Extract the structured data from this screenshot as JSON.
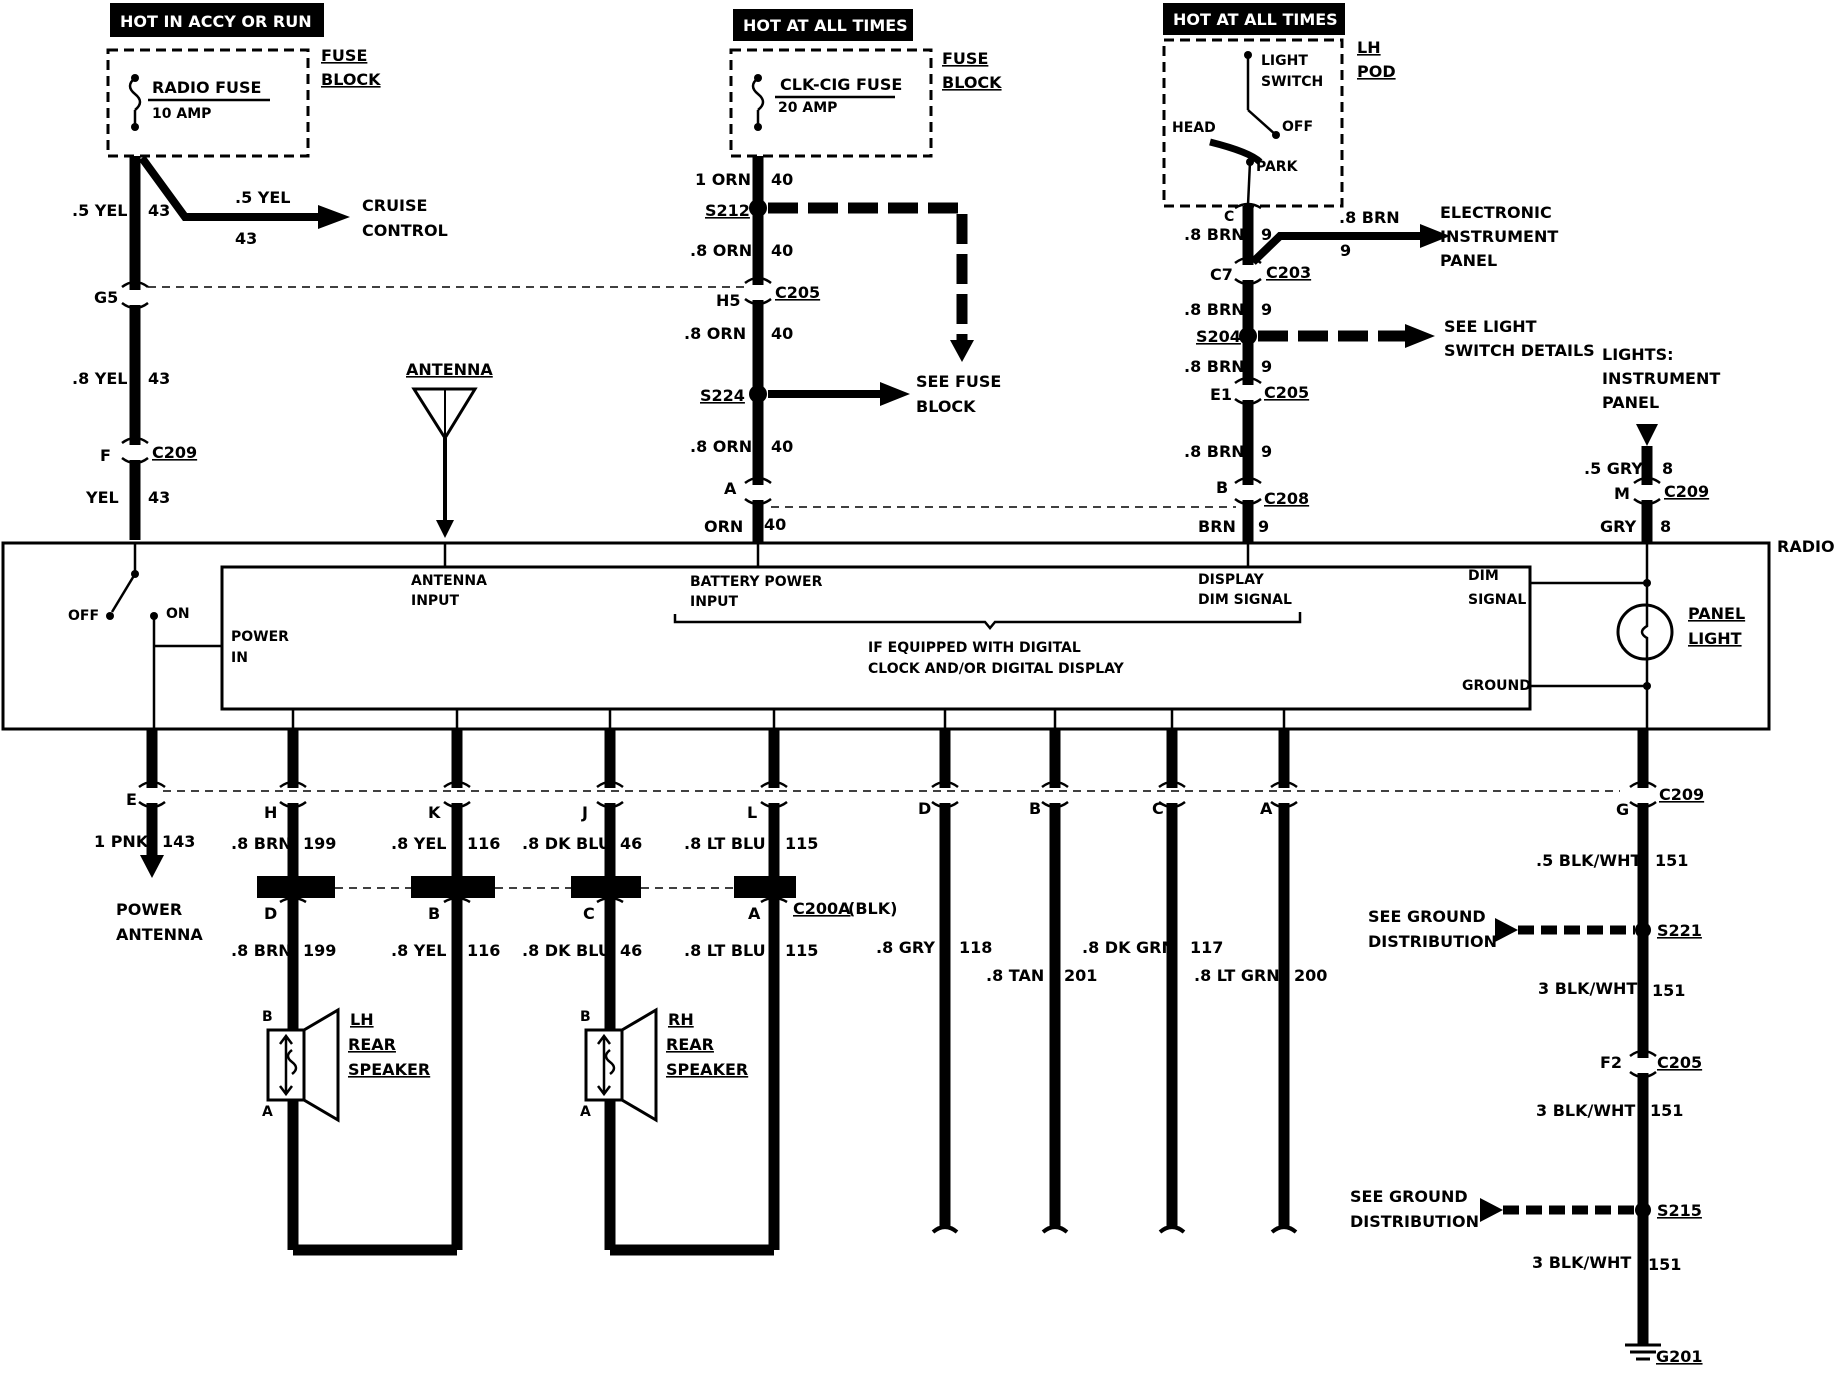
{
  "headers": {
    "radio_fuse": "HOT IN ACCY OR RUN",
    "clk_fuse": "HOT AT ALL TIMES",
    "light_switch": "HOT AT ALL TIMES"
  },
  "fuses": {
    "radio_fuse_name": "RADIO FUSE",
    "radio_fuse_amp": "10 AMP",
    "clk_fuse_name": "CLK-CIG FUSE",
    "clk_fuse_amp": "20 AMP",
    "fuse_block_1": "FUSE",
    "fuse_block_2": "BLOCK"
  },
  "light_switch": {
    "pod_1": "LH",
    "pod_2": "POD",
    "light_1": "LIGHT",
    "light_2": "SWITCH",
    "head": "HEAD",
    "off": "OFF",
    "park": "PARK",
    "pin_c": "C"
  },
  "wire1": {
    "yel5": ".5 YEL",
    "n43": "43",
    "branch_yel": ".5 YEL",
    "branch_43": "43",
    "cruise_1": "CRUISE",
    "cruise_2": "CONTROL",
    "g5": "G5",
    "yel8": ".8 YEL",
    "f": "F",
    "c209": "C209",
    "yel": "YEL"
  },
  "wire2": {
    "orn1": "1 ORN",
    "n40": "40",
    "s212": "S212",
    "orn8": ".8 ORN",
    "h5": "H5",
    "c205": "C205",
    "s224": "S224",
    "see_fuse_1": "SEE FUSE",
    "see_fuse_2": "BLOCK",
    "a": "A",
    "orn": "ORN"
  },
  "wire3": {
    "brn8": ".8 BRN",
    "n9": "9",
    "branch_brn": ".8 BRN",
    "elec_1": "ELECTRONIC",
    "elec_2": "INSTRUMENT",
    "elec_3": "PANEL",
    "c7": "C7",
    "c203": "C203",
    "s204": "S204",
    "see_light_1": "SEE LIGHT",
    "see_light_2": "SWITCH DETAILS",
    "e1": "E1",
    "c205": "C205",
    "b": "B",
    "c208": "C208",
    "brn": "BRN"
  },
  "wire4": {
    "lights_1": "LIGHTS:",
    "lights_2": "INSTRUMENT",
    "lights_3": "PANEL",
    "gry5": ".5 GRY",
    "n8": "8",
    "m": "M",
    "c209": "C209",
    "gry": "GRY"
  },
  "antenna": {
    "label": "ANTENNA"
  },
  "radio": {
    "title": "RADIO",
    "off": "OFF",
    "on": "ON",
    "power_1": "POWER",
    "power_2": "IN",
    "ant_in_1": "ANTENNA",
    "ant_in_2": "INPUT",
    "batt_1": "BATTERY POWER",
    "batt_2": "INPUT",
    "disp_1": "DISPLAY",
    "disp_2": "DIM SIGNAL",
    "dim_1": "DIM",
    "dim_2": "SIGNAL",
    "ground": "GROUND",
    "note_1": "IF EQUIPPED WITH DIGITAL",
    "note_2": "CLOCK AND/OR DIGITAL DISPLAY",
    "panel_1": "PANEL",
    "panel_2": "LIGHT"
  },
  "bottom": {
    "e": "E",
    "pnk": "1 PNK",
    "n143": "143",
    "pwr_ant_1": "POWER",
    "pwr_ant_2": "ANTENNA",
    "h": "H",
    "k": "K",
    "j": "J",
    "l": "L",
    "d": "D",
    "b": "B",
    "c": "C",
    "a": "A",
    "brn": ".8 BRN",
    "n199": "199",
    "yel": ".8 YEL",
    "n116": "116",
    "dkblu": ".8 DK BLU",
    "n46": "46",
    "ltblu": ".8 LT BLU",
    "n115": "115",
    "gry": ".8 GRY",
    "n118": "118",
    "tan": ".8 TAN",
    "n201": "201",
    "dkgrn": ".8 DK GRN",
    "n117": "117",
    "ltgrn": ".8 LT GRN",
    "n200": "200",
    "g": "G",
    "c209": "C209",
    "c200a": "C200A",
    "blk": "(BLK)"
  },
  "speakers": {
    "lh_1": "LH",
    "lh_2": "REAR",
    "lh_3": "SPEAKER",
    "rh_1": "RH",
    "rh_2": "REAR",
    "rh_3": "SPEAKER",
    "b": "B",
    "a": "A"
  },
  "ground": {
    "blkwht5": ".5 BLK/WHT",
    "n151": "151",
    "see_gnd_1": "SEE GROUND",
    "see_gnd_2": "DISTRIBUTION",
    "s221": "S221",
    "blkwht3": "3 BLK/WHT",
    "f2": "F2",
    "c205": "C205",
    "s215": "S215",
    "g201": "G201"
  }
}
